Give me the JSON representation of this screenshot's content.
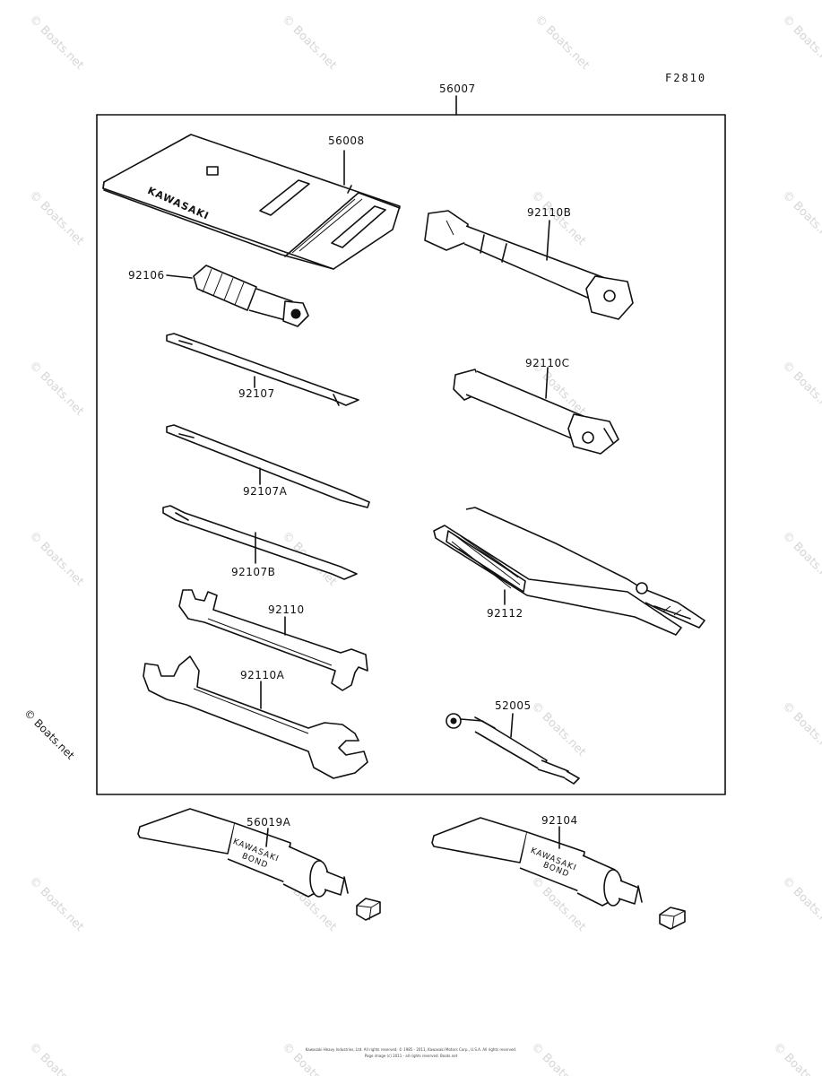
{
  "figure_code": "F2810",
  "parts": {
    "tool_kit": "56007",
    "bag": "56008",
    "plug_wrench": "92110B",
    "handle": "92106",
    "screwdriver_a": "92107",
    "box_wrench": "92110C",
    "screwdriver_b": "92107A",
    "pliers": "92112",
    "screwdriver_c": "92107B",
    "wrench_small": "92110",
    "wrench_large": "92110A",
    "gauge": "52005",
    "bond_a": "56019A",
    "bond_b": "92104"
  },
  "brand": {
    "bag_text": "KAWASAKI",
    "tube_a_line1": "KAWASAKI",
    "tube_a_line2": "BOND",
    "tube_b_line1": "KAWASAKI",
    "tube_b_line2": "BOND"
  },
  "watermark": "© Boats.net",
  "footer": {
    "line1": "Kawasaki Heavy Industries, Ltd. All rights reserved. © 1985 - 2011, Kawasaki Motors Corp., U.S.A. All rights reserved.",
    "line2": "Page image (c) 2011 - all rights reserved. Boats.net"
  },
  "colors": {
    "ink": "#111111",
    "watermark": "#d6d6d6"
  }
}
